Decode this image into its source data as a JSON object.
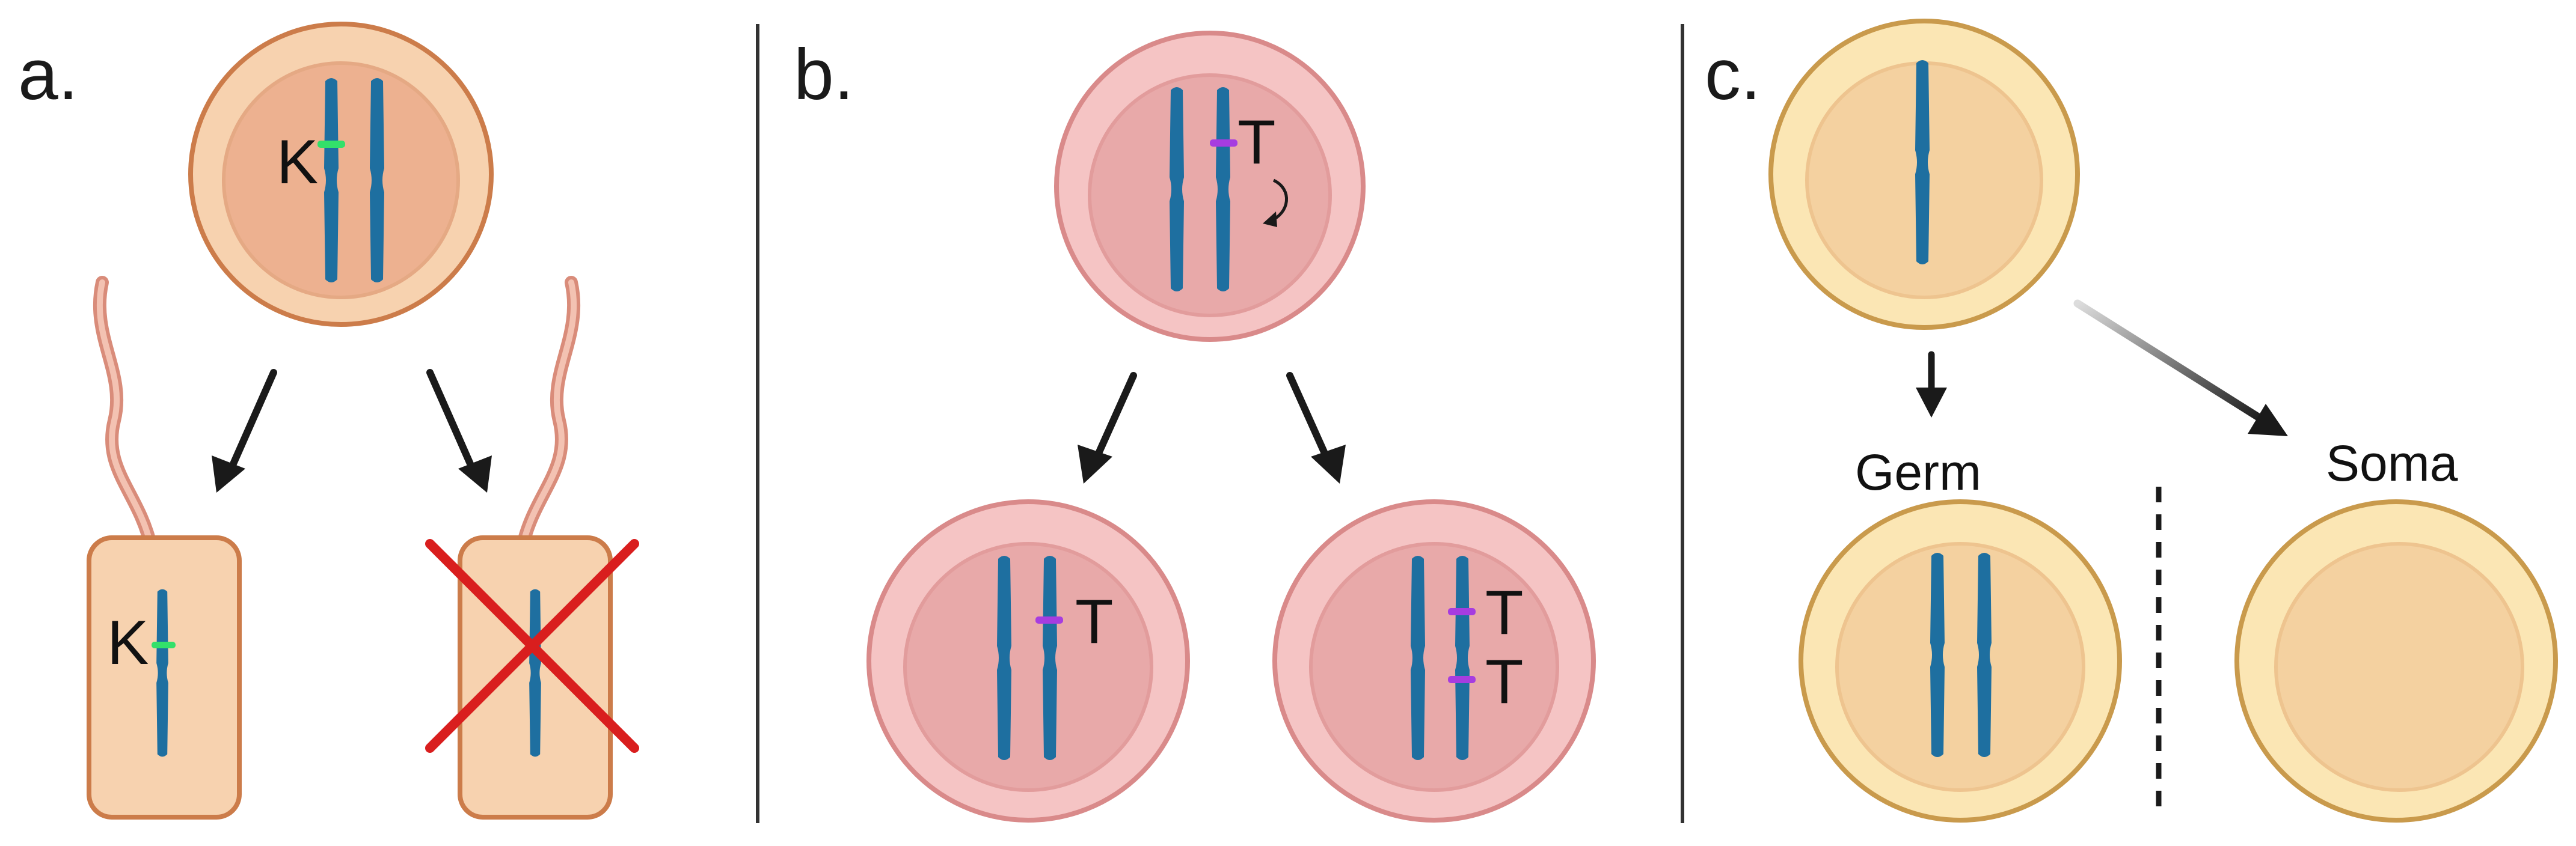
{
  "panels": {
    "a": {
      "label": "a.",
      "gene": "K"
    },
    "b": {
      "label": "b.",
      "gene": "T"
    },
    "c": {
      "label": "c.",
      "germ": "Germ",
      "soma": "Soma"
    }
  },
  "colors": {
    "orange_cell_outer": "#F7D2AF",
    "orange_cell_inner": "#EDB190",
    "orange_cell_border": "#CC7C4A",
    "pink_cell_outer": "#F5C4C4",
    "pink_cell_inner": "#E8A9A9",
    "pink_cell_border": "#D98A8A",
    "yellow_cell_outer": "#FBE6B4",
    "yellow_cell_inner": "#F4D1A0",
    "yellow_cell_border": "#C99A4C",
    "chromosome": "#1E6FA0",
    "marker_k": "#33E06A",
    "marker_t": "#A63CE0",
    "cross": "#D91E1E",
    "arrow": "#1a1a1a",
    "divider": "#333333"
  }
}
